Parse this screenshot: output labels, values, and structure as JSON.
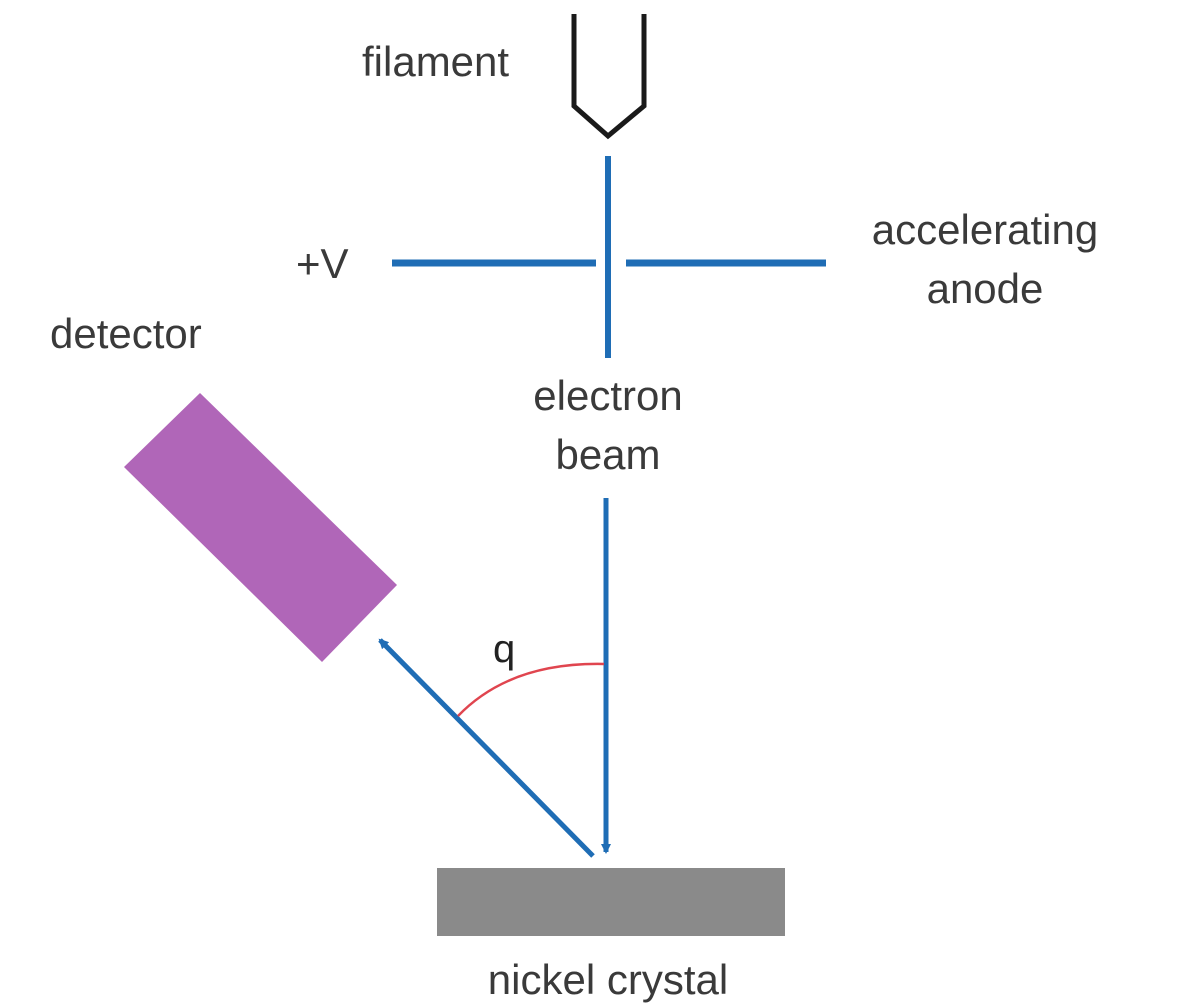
{
  "labels": {
    "filament": "filament",
    "voltage": "+V",
    "anode_line1": "accelerating",
    "anode_line2": "anode",
    "detector": "detector",
    "beam_line1": "electron",
    "beam_line2": "beam",
    "angle": "q",
    "crystal": "nickel crystal"
  },
  "colors": {
    "beam": "#1f6db5",
    "detector": "#b066b8",
    "crystal": "#8a8a8a",
    "filament": "#1a1a1a",
    "angle_arc": "#e0454f",
    "text": "#3a3a3a"
  }
}
